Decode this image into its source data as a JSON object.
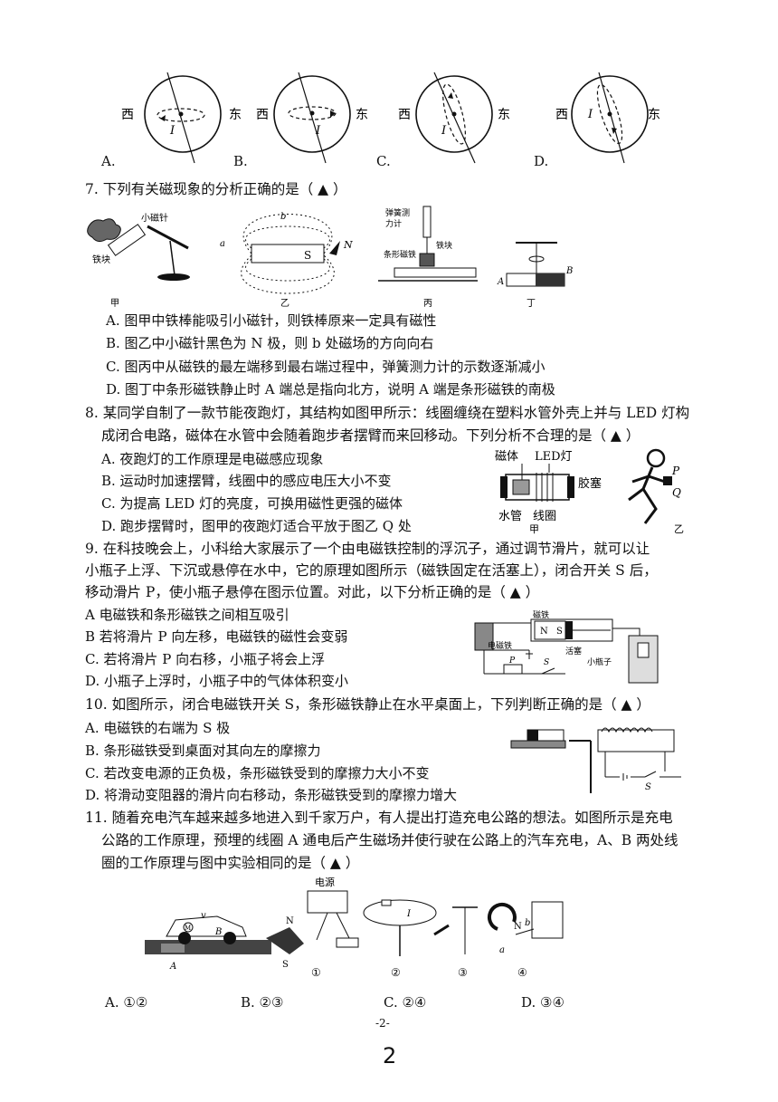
{
  "compass_figures": [
    {
      "west": "西",
      "east": "东",
      "current": "I",
      "option": "A."
    },
    {
      "west": "西",
      "east": "东",
      "current": "I",
      "option": "B."
    },
    {
      "west": "西",
      "east": "东",
      "current": "I",
      "option": "C."
    },
    {
      "west": "西",
      "east": "东",
      "current": "I",
      "option": "D."
    }
  ],
  "q7": {
    "stem": "7. 下列有关磁现象的分析正确的是（ ▲ ）",
    "fig_jia": {
      "caption": "甲",
      "needle": "小磁针",
      "bar": "铁块"
    },
    "fig_yi": {
      "caption": "乙",
      "a": "a",
      "b": "b",
      "N": "N",
      "S": "S"
    },
    "fig_bing": {
      "caption": "丙",
      "spring_l1": "弹簧测",
      "spring_l2": "力计",
      "block": "铁块",
      "magnet": "条形磁铁"
    },
    "fig_ding": {
      "caption": "丁",
      "A": "A",
      "B": "B"
    },
    "options": [
      "A. 图甲中铁棒能吸引小磁针，则铁棒原来一定具有磁性",
      "B. 图乙中小磁针黑色为 N 极，则 b 处磁场的方向向右",
      "C. 图丙中从磁铁的最左端移到最右端过程中，弹簧测力计的示数逐渐减小",
      "D. 图丁中条形磁铁静止时 A 端总是指向北方，说明 A 端是条形磁铁的南极"
    ]
  },
  "q8": {
    "stem_l1": "8. 某同学自制了一款节能夜跑灯，其结构如图甲所示：线圈缠绕在塑料水管外壳上并与 LED 灯构",
    "stem_l2": "成闭合电路，磁体在水管中会随着跑步者摆臂而来回移动。下列分析不合理的是（ ▲ ）",
    "options": [
      "A. 夜跑灯的工作原理是电磁感应现象",
      "B. 运动时加速摆臂，线圈中的感应电压大小不变",
      "C. 为提高 LED 灯的亮度，可换用磁性更强的磁体",
      "D. 跑步摆臂时，图甲的夜跑灯适合平放于图乙 Q 处"
    ],
    "fig": {
      "magnet": "磁体",
      "led": "LED灯",
      "plug": "胶塞",
      "pipe": "水管",
      "coil": "线圈",
      "jia": "甲",
      "yi": "乙",
      "P": "P",
      "Q": "Q"
    }
  },
  "q9": {
    "stem_l1": "9. 在科技晚会上，小科给大家展示了一个由电磁铁控制的浮沉子，通过调节滑片，就可以让",
    "stem_l2": "小瓶子上浮、下沉或悬停在水中，它的原理如图所示（磁铁固定在活塞上），闭合开关 S 后，",
    "stem_l3": "移动滑片 P，使小瓶子悬停在图示位置。对此，以下分析正确的是（ ▲ ）",
    "options": [
      "A  电磁铁和条形磁铁之间相互吸引",
      "B  若将滑片 P 向左移，电磁铁的磁性会变弱",
      "C. 若将滑片 P 向右移，小瓶子将会上浮",
      "D. 小瓶子上浮时，小瓶子中的气体体积变小"
    ],
    "fig": {
      "magnet": "磁铁",
      "N": "N",
      "S": "S",
      "electromagnet": "电磁铁",
      "piston": "活塞",
      "bottle": "小瓶子",
      "P": "P",
      "S_switch": "S"
    }
  },
  "q10": {
    "stem": "10. 如图所示，闭合电磁铁开关 S，条形磁铁静止在水平桌面上，下列判断正确的是（ ▲ ）",
    "options": [
      "A. 电磁铁的右端为 S 极",
      "B. 条形磁铁受到桌面对其向左的摩擦力",
      "C. 若改变电源的正负极，条形磁铁受到的摩擦力大小不变",
      "D. 将滑动变阻器的滑片向右移动，条形磁铁受到的摩擦力增大"
    ],
    "fig": {
      "S": "S"
    }
  },
  "q11": {
    "stem_l1": "11. 随着充电汽车越来越多地进入到千家万户，有人提出打造充电公路的想法。如图所示是充电",
    "stem_l2": "公路的工作原理，预埋的线圈 A 通电后产生磁场并使行驶在公路上的汽车充电，A、B 两处线",
    "stem_l3": "圈的工作原理与图中实验相同的是（ ▲ ）",
    "fig": {
      "power": "电源",
      "N": "N",
      "S": "S",
      "A": "A",
      "B": "B",
      "M": "M",
      "v": "v",
      "I": "I",
      "n1": "①",
      "n2": "②",
      "n3": "③",
      "n4": "④",
      "a": "a",
      "b": "b",
      "Nb": "N"
    },
    "options": [
      "A. ①②",
      "B. ②③",
      "C. ②④",
      "D. ③④"
    ]
  },
  "page_number": "-2-",
  "sheet_number": "2"
}
